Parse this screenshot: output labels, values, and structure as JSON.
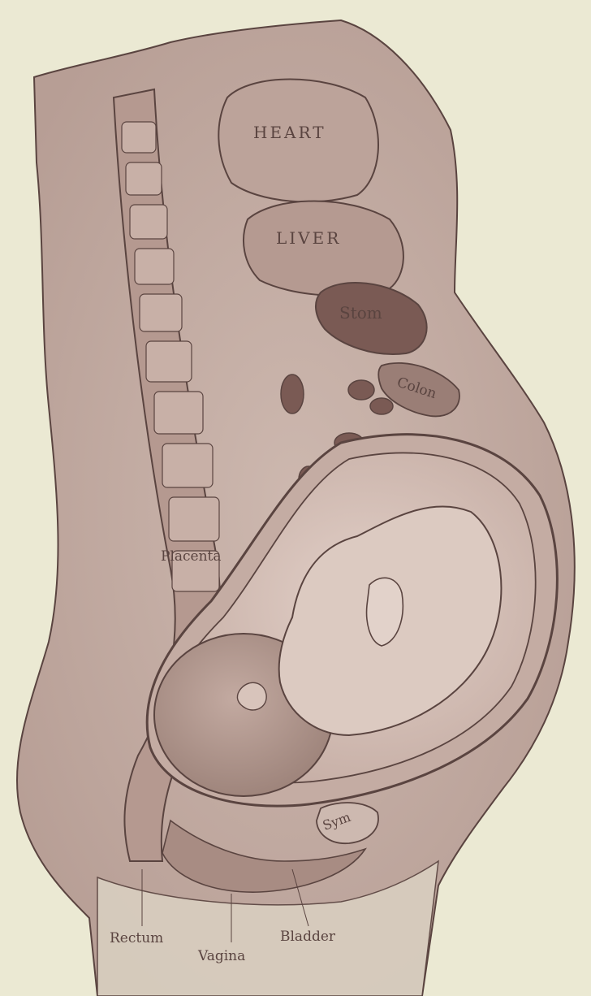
{
  "colors": {
    "paper": "#ebe9d3",
    "tissue": "#c9b3aa",
    "tissue_dark": "#a88c83",
    "outline": "#5a4440",
    "fetus": "#d8c4bb",
    "organ": "#b9a097",
    "cavity": "#7a5a54"
  },
  "labels": {
    "heart": "HEART",
    "liver": "LIVER",
    "stomach": "Stom",
    "colon": "Colon",
    "placenta": "Placenta",
    "symphysis": "Sym",
    "rectum": "Rectum",
    "vagina": "Vagina",
    "bladder": "Bladder"
  }
}
